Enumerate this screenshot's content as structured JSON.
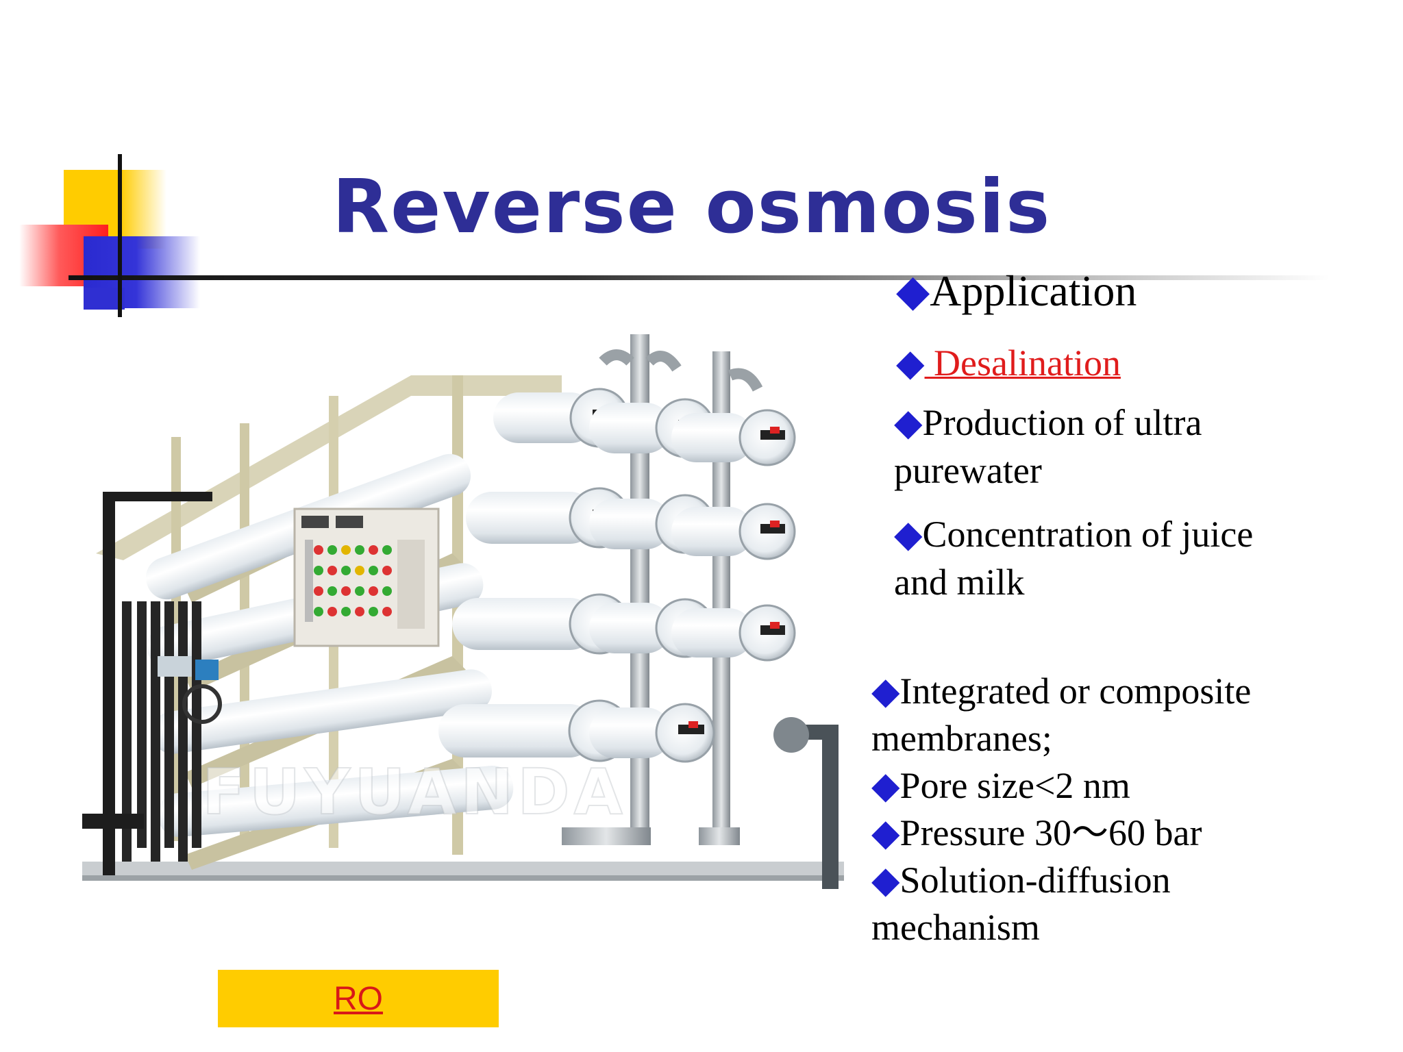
{
  "slide": {
    "title": "Reverse osmosis",
    "application": {
      "bullet": "◆",
      "label": "Application"
    },
    "desalination": {
      "bullet": "◆",
      "link_text": " Desalination"
    },
    "production": {
      "bullet": "◆",
      "line1": "Production of ultra",
      "line2": "purewater"
    },
    "concentration": {
      "bullet": "◆",
      "line1": "Concentration of juice",
      "line2": "and milk"
    },
    "properties": {
      "bullet": "◆",
      "p1_line1": "Integrated or composite",
      "p1_line2": "membranes;",
      "p2": "Pore size<2 nm",
      "p3": "Pressure 30～60 bar",
      "p4_line1": "Solution-diffusion",
      "p4_line2": "mechanism"
    },
    "ro_button": "RO",
    "photo_watermark": "FUYUANDA"
  },
  "colors": {
    "title": "#2e2e96",
    "bullet": "#1f1fd0",
    "link": "#e01c1c",
    "button_bg": "#ffcc00",
    "deco_yellow": "#ffcc00",
    "deco_red": "#ff1e1e",
    "deco_blue": "#3434d8"
  }
}
